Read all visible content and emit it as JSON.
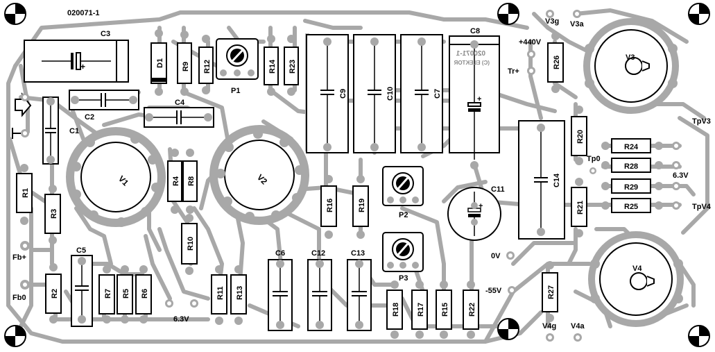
{
  "board": {
    "code": "020071-1",
    "mirrored_label_line1": "020071-1",
    "mirrored_label_line2": "(C) ELEKTOR"
  },
  "labels": {
    "C1": "C1",
    "C2": "C2",
    "C3": "C3",
    "C4": "C4",
    "C5": "C5",
    "C6": "C6",
    "C7": "C7",
    "C8": "C8",
    "C9": "C9",
    "C10": "C10",
    "C11": "C11",
    "C12": "C12",
    "C13": "C13",
    "C14": "C14",
    "D1": "D1",
    "R1": "R1",
    "R2": "R2",
    "R3": "R3",
    "R4": "R4",
    "R5": "R5",
    "R6": "R6",
    "R7": "R7",
    "R8": "R8",
    "R9": "R9",
    "R10": "R10",
    "R11": "R11",
    "R12": "R12",
    "R13": "R13",
    "R14": "R14",
    "R15": "R15",
    "R16": "R16",
    "R17": "R17",
    "R18": "R18",
    "R19": "R19",
    "R20": "R20",
    "R21": "R21",
    "R22": "R22",
    "R23": "R23",
    "R24": "R24",
    "R25": "R25",
    "R26": "R26",
    "R27": "R27",
    "R28": "R28",
    "R29": "R29",
    "P1": "P1",
    "P2": "P2",
    "P3": "P3",
    "V1": "V1",
    "V2": "V2",
    "V3": "V3",
    "V4": "V4"
  },
  "terminals": {
    "fb_plus": "Fb+",
    "fb0": "Fb0",
    "v6_3_left": "6.3V",
    "v6_3_right": "6.3V",
    "plus440": "+440V",
    "tr_plus": "Tr+",
    "zero_v": "0V",
    "minus55": "-55V",
    "tp0": "Tp0",
    "tpv3": "TpV3",
    "tpv4": "TpV4",
    "v3g": "V3g",
    "v3a": "V3a",
    "v4g": "V4g",
    "v4a": "V4a"
  },
  "colors": {
    "trace": "#a8a8a8",
    "outline": "#000000",
    "background": "#ffffff"
  }
}
